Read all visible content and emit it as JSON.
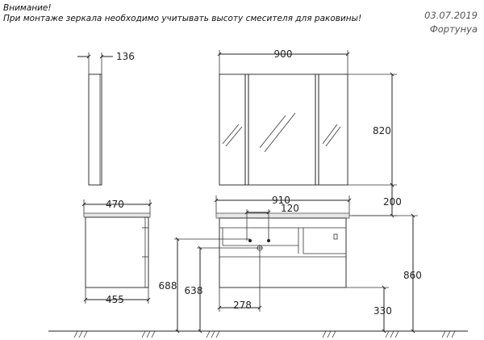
{
  "warning": {
    "title": "Внимание!",
    "text": "При монтаже зеркала необходимо учитывать высоту смесителя для раковины!"
  },
  "meta": {
    "date": "03.07.2019",
    "product": "Фортунуа"
  },
  "dimensions": {
    "mirror_depth": "136",
    "mirror_width": "900",
    "mirror_height": "820",
    "gap_mirror_to_top": "200",
    "vanity_depth_top": "470",
    "vanity_depth_bottom": "455",
    "vanity_width": "910",
    "drain_offset": "120",
    "total_height": "860",
    "drain_height": "688",
    "water_height": "638",
    "pipe_spacing": "278",
    "floor_clearance": "330"
  }
}
